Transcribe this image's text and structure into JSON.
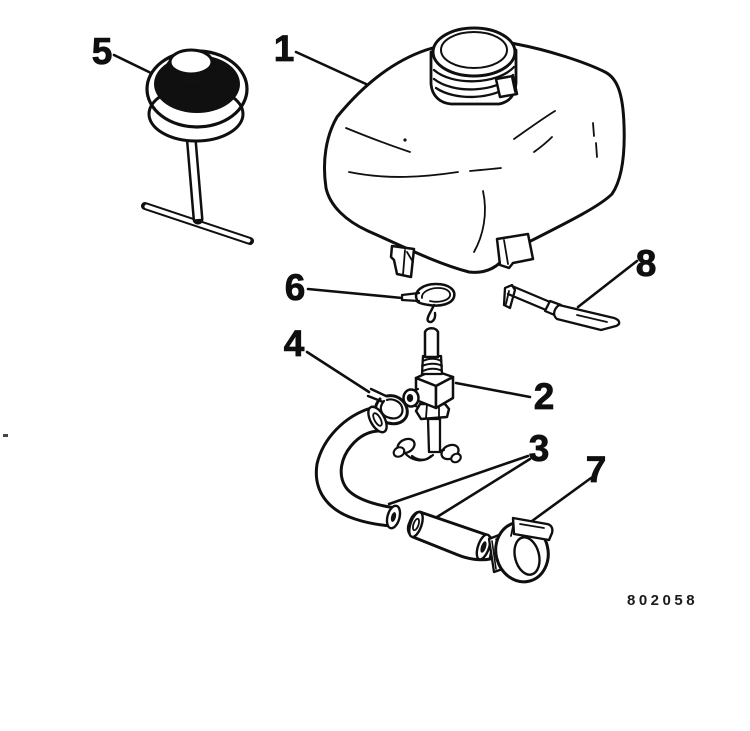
{
  "diagram": {
    "figure_number": "802058",
    "callouts": [
      {
        "label": "1"
      },
      {
        "label": "2"
      },
      {
        "label": "3"
      },
      {
        "label": "4"
      },
      {
        "label": "5"
      },
      {
        "label": "6"
      },
      {
        "label": "7"
      },
      {
        "label": "8"
      }
    ],
    "colors": {
      "ink": "#0f0f0f",
      "background": "#ffffff"
    }
  }
}
